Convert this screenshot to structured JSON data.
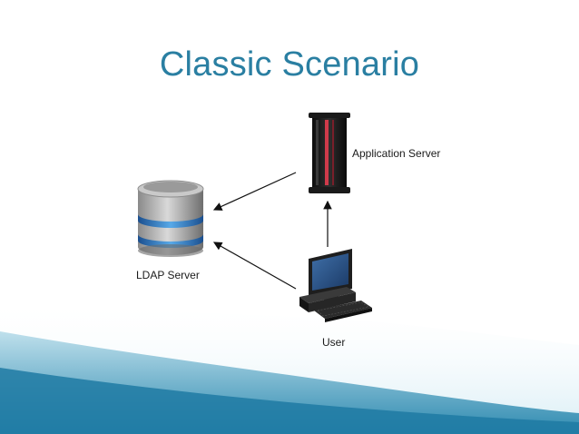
{
  "slide": {
    "title": "Classic Scenario"
  },
  "diagram": {
    "nodes": {
      "application_server": {
        "label": "Application Server",
        "icon": "server-tower-icon"
      },
      "ldap_server": {
        "label": "LDAP Server",
        "icon": "database-icon"
      },
      "user": {
        "label": "User",
        "icon": "desktop-computer-icon"
      }
    },
    "edges": [
      {
        "from": "application_server",
        "to": "ldap_server"
      },
      {
        "from": "user",
        "to": "ldap_server"
      },
      {
        "from": "user",
        "to": "application_server"
      }
    ]
  },
  "colors": {
    "title": "#2a7fa2",
    "wave_dark": "#3a8fb0",
    "wave_light": "#cfe8f2"
  }
}
